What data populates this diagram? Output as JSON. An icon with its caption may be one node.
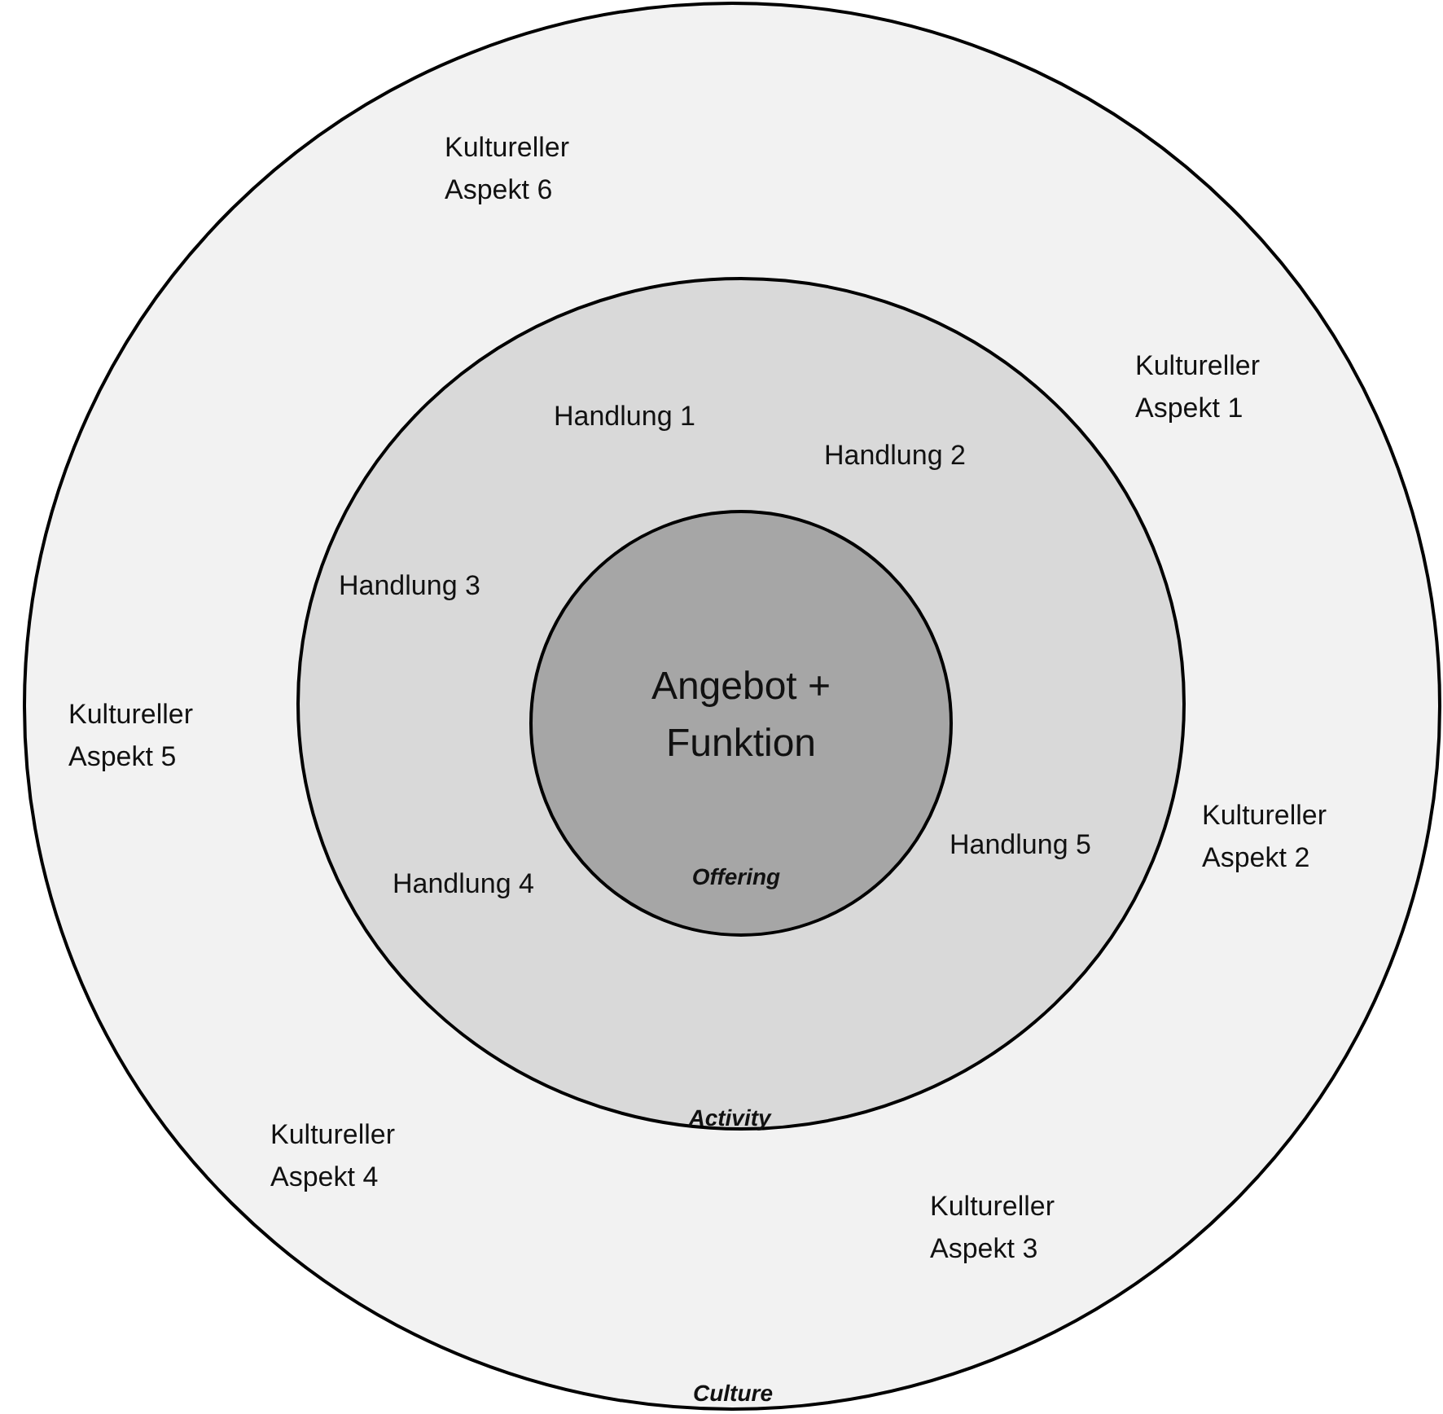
{
  "diagram": {
    "nodes": [
      {
        "text": [
          "Kultureller Aspekt 6",
          "Kultureller Aspekt 1",
          "Kultureller Aspekt 5",
          "Kultureller Aspekt 2",
          "Kultureller Aspekt 4",
          "Kultureller Aspekt 3",
          "Culture"
        ]
      },
      {
        "text": [
          "Handlung 1",
          "Handlung 2",
          "Handlung 3",
          "Handlung 5",
          "Handlung 4",
          "Activity"
        ],
        "in": 0
      },
      {
        "text": [
          "Angebot + Funktion",
          "Offering"
        ],
        "in": 1
      }
    ]
  }
}
